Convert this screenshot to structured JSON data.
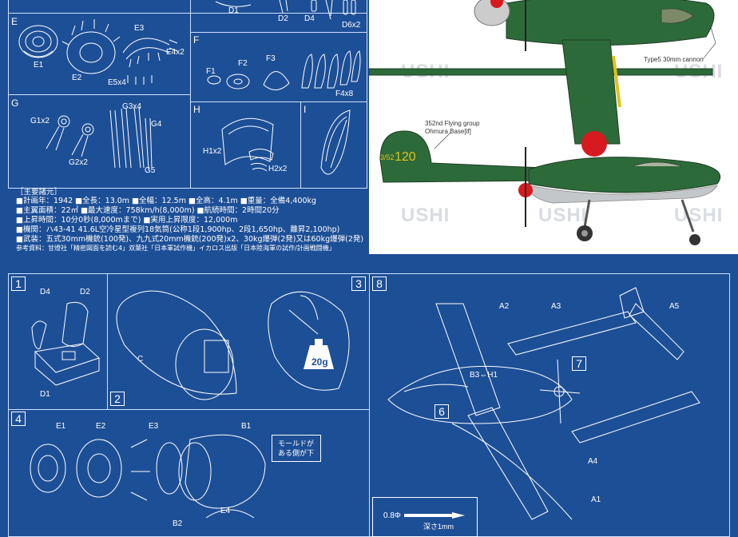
{
  "top_left": {
    "labels_d": [
      "D1",
      "D2",
      "D4",
      "D6x2"
    ],
    "section_e": {
      "letter": "E",
      "parts": [
        "E1",
        "E2",
        "E3",
        "E4x2",
        "E5x4"
      ]
    },
    "section_f": {
      "letter": "F",
      "parts": [
        "F1",
        "F2",
        "F3",
        "F4x8"
      ]
    },
    "section_g": {
      "letter": "G",
      "parts": [
        "G1x2",
        "G2x2",
        "G3x4",
        "G4",
        "G5"
      ]
    },
    "section_h": {
      "letter": "H",
      "parts": [
        "H1x2",
        "H2x2"
      ]
    },
    "section_i": {
      "letter": "I"
    },
    "specs": [
      "［主要諸元］",
      "■計画年：1942 ■全長：13.0m ■全幅：12.5m ■全高：4.1m ■重量：全備4,400kg",
      "■主翼面積：22㎡ ■最大速度：758km/h(8,000m) ■航続時間：2時間20分",
      "■上昇時間：10分0秒(8,000mまで) ■実用上昇限度：12,000m",
      "■機関：ハ43-41 41.6L空冷星型複列18気筒(公称1段1,900hp、2段1,650hp、離昇2,100hp)",
      "■武装：五式30mm機銃(100発)、九九式20mm機銃(200発)x2、30kg爆弾(2発)又は60kg爆弾(2発)"
    ],
    "reference": "参考資料：甘燈社「精密図面を読む4」双葉社「日本軍試作機」イカロス出版「日本陸海軍の試作/計画戦闘機」"
  },
  "profile": {
    "callout_cannon": "Type5 30mm cannon",
    "callout_group_line1": "352nd Flying group",
    "callout_group_line2": "Ohmura Base[if]",
    "tail_code_prefix": "3/52",
    "tail_code": "120",
    "watermark": "USHI"
  },
  "steps": {
    "step1": {
      "number": "1",
      "parts": [
        "D4",
        "D2",
        "D1"
      ]
    },
    "step2": {
      "number": "2",
      "part": "C"
    },
    "step3": {
      "number": "3",
      "weight": "20g"
    },
    "step4": {
      "number": "4",
      "parts": [
        "E1",
        "E2",
        "E3",
        "B1",
        "E4",
        "B2"
      ],
      "note_line1": "モールドが",
      "note_line2": "ある側が下"
    },
    "step8": {
      "number": "8",
      "parts": [
        "A2",
        "A3",
        "A5",
        "A4",
        "A1"
      ],
      "link": "B3⇔H1",
      "sub6": "6",
      "sub7": "7",
      "drill": "0.8Φ",
      "depth": "深さ1mm"
    }
  },
  "colors": {
    "blueprint": "#1d4f96",
    "line": "#cfe0ff",
    "aircraft_green": "#2d6a3a",
    "hinomaru": "#d71920",
    "marking_yellow": "#e0c21a"
  }
}
